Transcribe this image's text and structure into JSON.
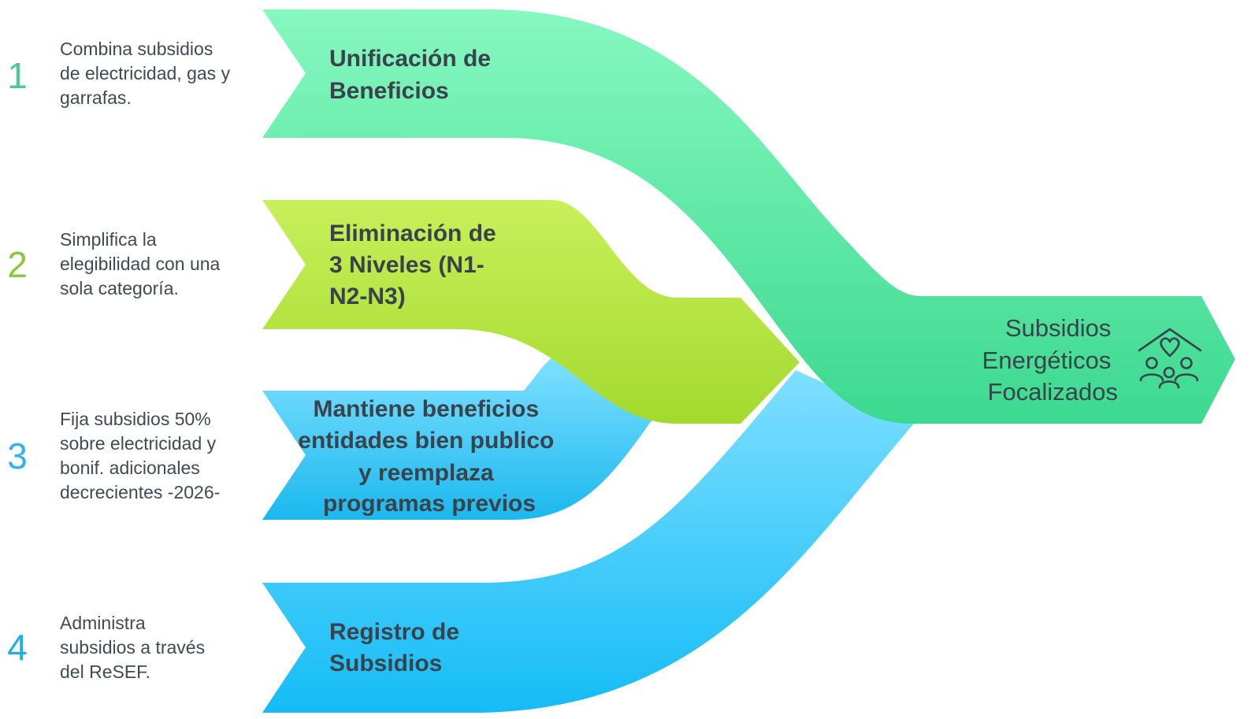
{
  "steps": [
    {
      "number": "1",
      "description": [
        "Combina subsidios",
        "de electricidad, gas y",
        "garrafas."
      ],
      "title": [
        "Unificación de",
        "Beneficios"
      ],
      "color": "#52e0a2",
      "number_color": "#4cc98d"
    },
    {
      "number": "2",
      "description": [
        "Simplifica la",
        "elegibilidad con una",
        "sola categoría."
      ],
      "title": [
        "Eliminación de",
        "3 Niveles (N1-",
        "N2-N3)"
      ],
      "color": "#a4dd3a",
      "number_color": "#8cc63f"
    },
    {
      "number": "3",
      "description": [
        "Fija subsidios 50%",
        "sobre electricidad y",
        "bonif. adicionales",
        "decrecientes -2026-"
      ],
      "title": [
        "Mantiene beneficios",
        "entidades bien publico",
        "y reemplaza",
        "programas previos"
      ],
      "color": "#38c8f4",
      "number_color": "#2eb4e6"
    },
    {
      "number": "4",
      "description": [
        "Administra",
        "subsidios a través",
        "del ReSEF."
      ],
      "title": [
        "Registro de",
        "Subsidios"
      ],
      "color": "#20c0f4",
      "number_color": "#22aee8"
    }
  ],
  "result": {
    "title": [
      "Subsidios",
      "Energéticos",
      "Focalizados"
    ],
    "icon": "family-home-heart-icon",
    "color": "#45dd94"
  }
}
